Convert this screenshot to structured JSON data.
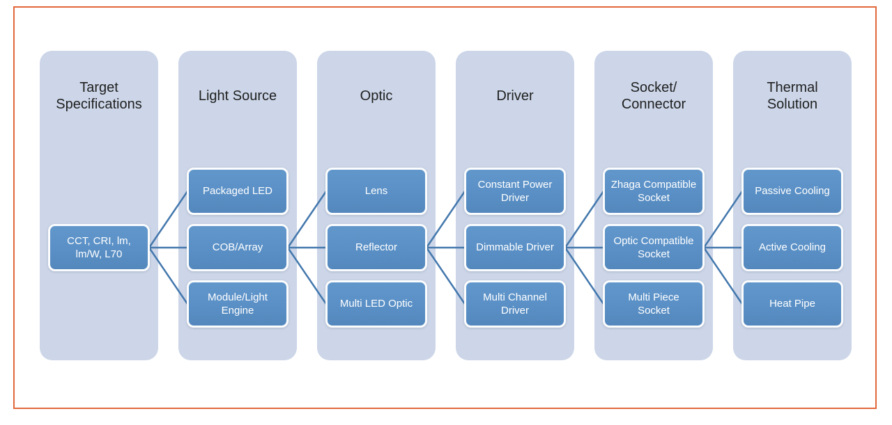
{
  "colors": {
    "page_bg": "#ffffff",
    "frame_border": "#e2673a",
    "column_bg": "#ccd6e8",
    "node_fill": "#5b91c7",
    "node_border": "#ffffff",
    "node_text": "#ffffff",
    "title_text": "#1f1f1f",
    "connector": "#4478ad"
  },
  "diagram": {
    "columns": [
      {
        "title": "Target\nSpecifications",
        "boxes": [
          {
            "id": "spec",
            "label": "CCT, CRI, lm,\nlm/W, L70"
          }
        ]
      },
      {
        "title": "Light Source",
        "boxes": [
          {
            "id": "led-packaged",
            "label": "Packaged LED"
          },
          {
            "id": "led-cob",
            "label": "COB/Array"
          },
          {
            "id": "led-module",
            "label": "Module/Light\nEngine"
          }
        ]
      },
      {
        "title": "Optic",
        "boxes": [
          {
            "id": "optic-lens",
            "label": "Lens"
          },
          {
            "id": "optic-reflector",
            "label": "Reflector"
          },
          {
            "id": "optic-multi",
            "label": "Multi LED Optic"
          }
        ]
      },
      {
        "title": "Driver",
        "boxes": [
          {
            "id": "drv-constant",
            "label": "Constant Power\nDriver"
          },
          {
            "id": "drv-dimmable",
            "label": "Dimmable Driver"
          },
          {
            "id": "drv-multi",
            "label": "Multi Channel\nDriver"
          }
        ]
      },
      {
        "title": "Socket/\nConnector",
        "boxes": [
          {
            "id": "sock-zhaga",
            "label": "Zhaga Compatible\nSocket"
          },
          {
            "id": "sock-optic",
            "label": "Optic Compatible\nSocket"
          },
          {
            "id": "sock-multi",
            "label": "Multi Piece\nSocket"
          }
        ]
      },
      {
        "title": "Thermal\nSolution",
        "boxes": [
          {
            "id": "th-passive",
            "label": "Passive Cooling"
          },
          {
            "id": "th-active",
            "label": "Active Cooling"
          },
          {
            "id": "th-heat",
            "label": "Heat Pipe"
          }
        ]
      }
    ],
    "connections": [
      {
        "from": "spec",
        "to": [
          "led-packaged",
          "led-cob",
          "led-module"
        ]
      },
      {
        "from": "led-cob",
        "to": [
          "optic-lens",
          "optic-reflector",
          "optic-multi"
        ]
      },
      {
        "from": "optic-reflector",
        "to": [
          "drv-constant",
          "drv-dimmable",
          "drv-multi"
        ]
      },
      {
        "from": "drv-dimmable",
        "to": [
          "sock-zhaga",
          "sock-optic",
          "sock-multi"
        ]
      },
      {
        "from": "sock-optic",
        "to": [
          "th-passive",
          "th-active",
          "th-heat"
        ]
      }
    ]
  }
}
